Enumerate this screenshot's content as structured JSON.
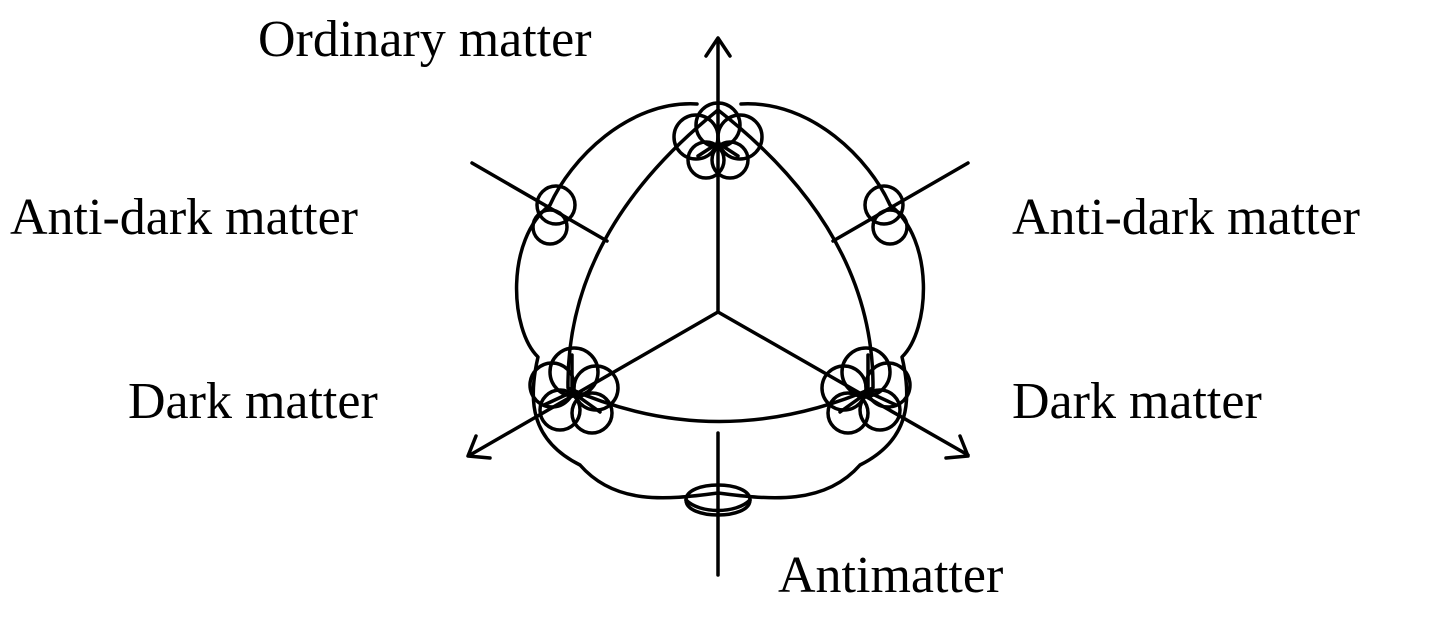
{
  "labels": {
    "ordinary_matter": "Ordinary matter",
    "anti_dark_matter_left": "Anti-dark matter",
    "anti_dark_matter_right": "Anti-dark matter",
    "dark_matter_left": "Dark matter",
    "dark_matter_right": "Dark matter",
    "antimatter": "Antimatter"
  },
  "colors": {
    "line": "#000000",
    "background": "#ffffff"
  }
}
